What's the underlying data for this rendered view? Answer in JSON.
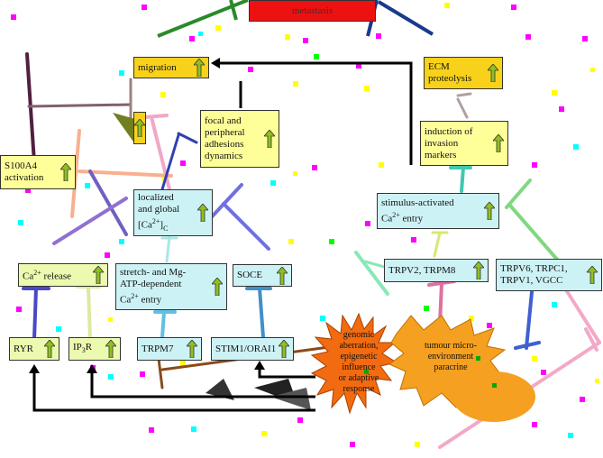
{
  "diagram": {
    "top": {
      "metastasis": "metastasis"
    },
    "boxes": {
      "migration": "migration",
      "ecm": "ECM proteolysis",
      "focal": [
        "focal and",
        "peripheral",
        "adhesions",
        "dynamics"
      ],
      "invasion": [
        "induction of",
        "invasion",
        "markers"
      ],
      "s100a4": [
        "S100A4",
        "activation"
      ],
      "localized": [
        "localized",
        "and global"
      ],
      "ca_c_base": "[Ca",
      "ca_c_sup": "2+",
      "ca_c_close": "]",
      "ca_c_sub": "C",
      "stim_entry": [
        "stimulus-activated"
      ],
      "stim_entry2_base": "Ca",
      "stim_entry2_sup": "2+",
      "stim_entry2_rest": " entry",
      "ca_release_base": "Ca",
      "ca_release_sup": "2+",
      "ca_release_rest": " release",
      "stretch": [
        "stretch- and Mg-",
        "ATP-dependent"
      ],
      "stretch3_base": "Ca",
      "stretch3_sup": "2+",
      "stretch3_rest": " entry",
      "soce": "SOCE",
      "trpv2": "TRPV2, TRPM8",
      "trpv6": [
        "TRPV6, TRPC1,",
        "TRPV1, VGCC"
      ],
      "ryr": "RYR",
      "ip3r_base": "IP",
      "ip3r_sub": "3",
      "ip3r_rest": "R",
      "trpm7": "TRPM7",
      "stim1": "STIM1/ORAI1"
    },
    "bursts": {
      "genomic": [
        "genomic",
        "aberration,",
        "epigenetic",
        "influence",
        "or adaptive",
        "response"
      ],
      "tumour": [
        "tumour micro-",
        "environment",
        "paracrine"
      ]
    }
  },
  "colors": {
    "yellow_box": "#ffff99",
    "gold_box": "#f8d21a",
    "cyan_box": "#cdf2f5",
    "lime_box": "#ecfab0",
    "burst": "#f26b10",
    "metastasis": "#ee1111"
  }
}
